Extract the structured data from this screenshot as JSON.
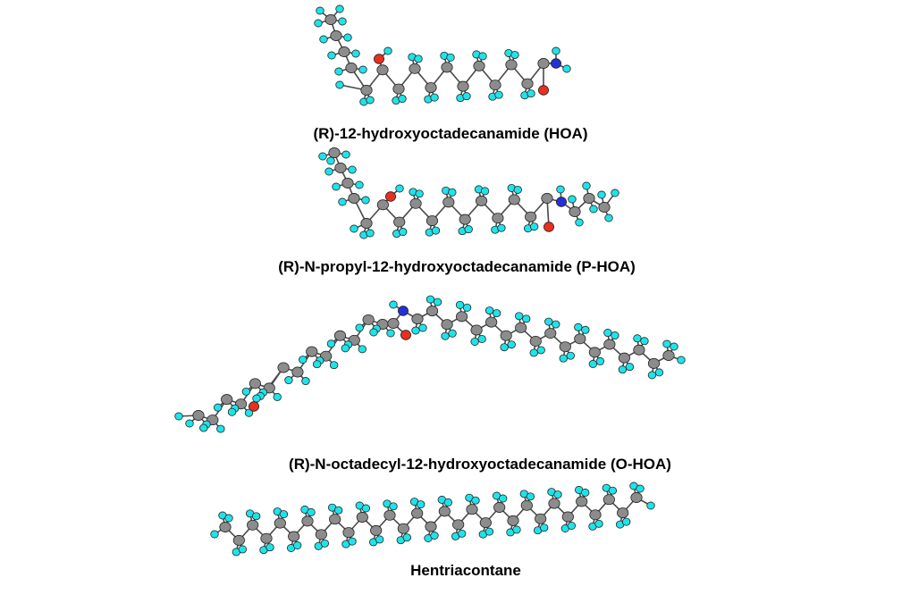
{
  "colors": {
    "carbon": "#8c8c8c",
    "hydrogen": "#1fe3ea",
    "oxygen": "#e8301e",
    "nitrogen": "#2430d8",
    "bond": "#4a4a4a",
    "outline": "#222222"
  },
  "molecules": [
    {
      "key": "hoa",
      "name": "(R)-12-hydroxyoctadecanamide (HOA)"
    },
    {
      "key": "phoa",
      "name": "(R)-N-propyl-12-hydroxyoctadecanamide (P-HOA)"
    },
    {
      "key": "ohoa",
      "name": "(R)-N-octadecyl-12-hydroxyoctadecanamide (O-HOA)"
    },
    {
      "key": "hen",
      "name": "Hentriacontane"
    }
  ]
}
